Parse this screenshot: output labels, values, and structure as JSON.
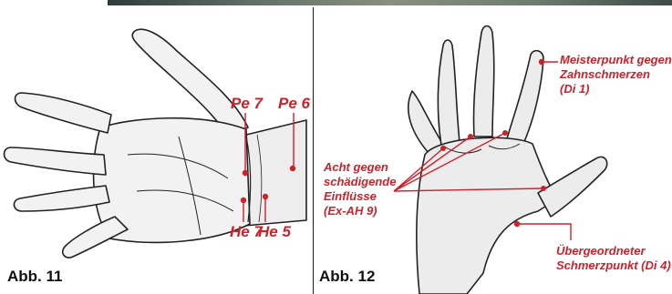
{
  "figures": {
    "left": "Abb. 11",
    "right": "Abb. 12"
  },
  "left_labels": {
    "pe7": "Pe 7",
    "pe6": "Pe 6",
    "he7": "He 7",
    "he5": "He 5"
  },
  "right_labels": {
    "meister": [
      "Meisterpunkt gegen",
      "Zahnschmerzen",
      "(Di 1)"
    ],
    "acht": [
      "Acht gegen",
      "schädigende",
      "Einflüsse",
      "(Ex-AH 9)"
    ],
    "schmerz": [
      "Übergeordneter",
      "Schmerzpunkt (Di 4)"
    ]
  },
  "colors": {
    "accent": "#d0202a",
    "text": "#111111",
    "outline": "#222222"
  }
}
